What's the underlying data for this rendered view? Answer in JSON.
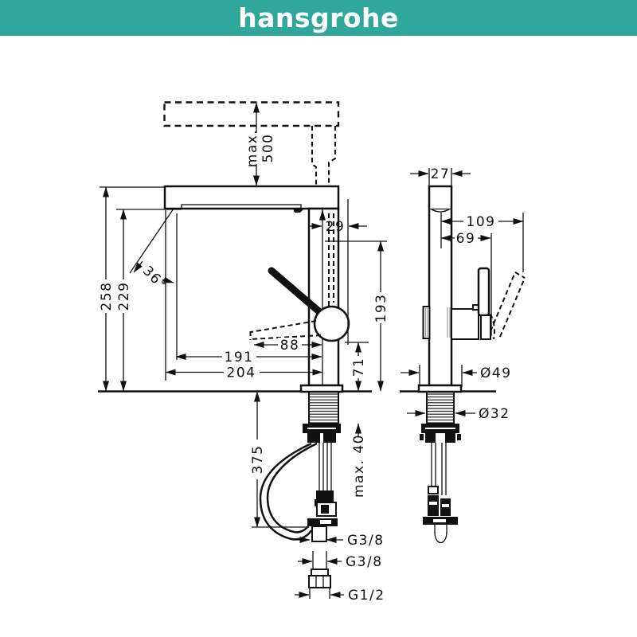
{
  "brand": {
    "logo": "hansgrohe",
    "banner_color": "#2FA79B",
    "logo_color": "#FFFFFF"
  },
  "drawing": {
    "line_color": "#111111",
    "dimensions": {
      "pullout_max_label": "max.",
      "pullout_max_value": "500",
      "height_total": "258",
      "height_to_spout": "229",
      "swivel_angle": "36°",
      "spray_head_width": "29",
      "spout_outlet_height": "193",
      "handle_offset": "88",
      "spout_reach_inner": "191",
      "spout_reach_outer": "204",
      "handle_height": "71",
      "hose_projection": "375",
      "counter_thickness": "max. 40",
      "hose_connection": "G3/8",
      "supply_connection": "G3/8",
      "base_connection": "G1/2",
      "body_depth": "27",
      "handle_reach_open": "109",
      "handle_reach": "69",
      "base_diameter": "Ø49",
      "shank_diameter": "Ø32"
    }
  }
}
